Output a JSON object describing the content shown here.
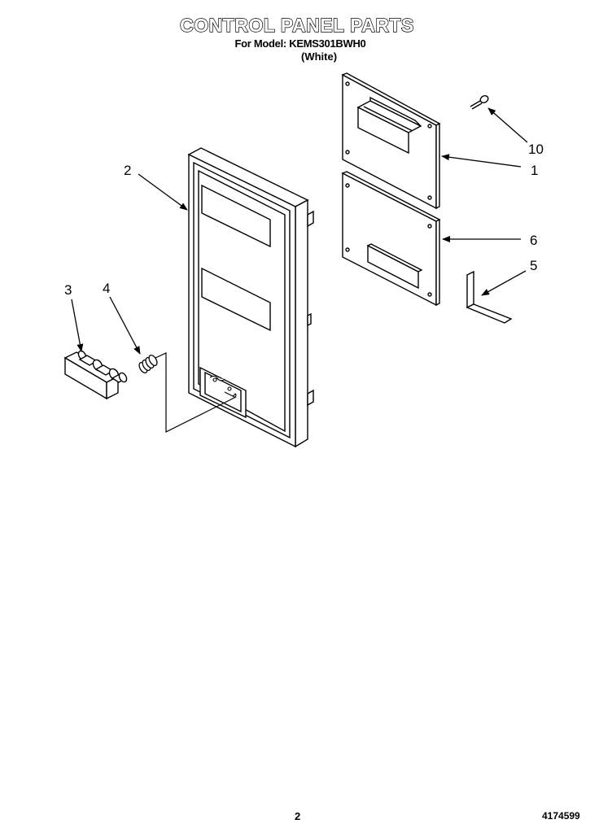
{
  "header": {
    "title": "CONTROL PANEL PARTS",
    "model_line": "For Model: KEMS301BWH0",
    "color_line": "(White)"
  },
  "callouts": [
    {
      "id": "10",
      "label": "10"
    },
    {
      "id": "1",
      "label": "1"
    },
    {
      "id": "2",
      "label": "2"
    },
    {
      "id": "6",
      "label": "6"
    },
    {
      "id": "5",
      "label": "5"
    },
    {
      "id": "3",
      "label": "3"
    },
    {
      "id": "4",
      "label": "4"
    }
  ],
  "footer": {
    "page_number": "2",
    "doc_code": "4174599"
  }
}
